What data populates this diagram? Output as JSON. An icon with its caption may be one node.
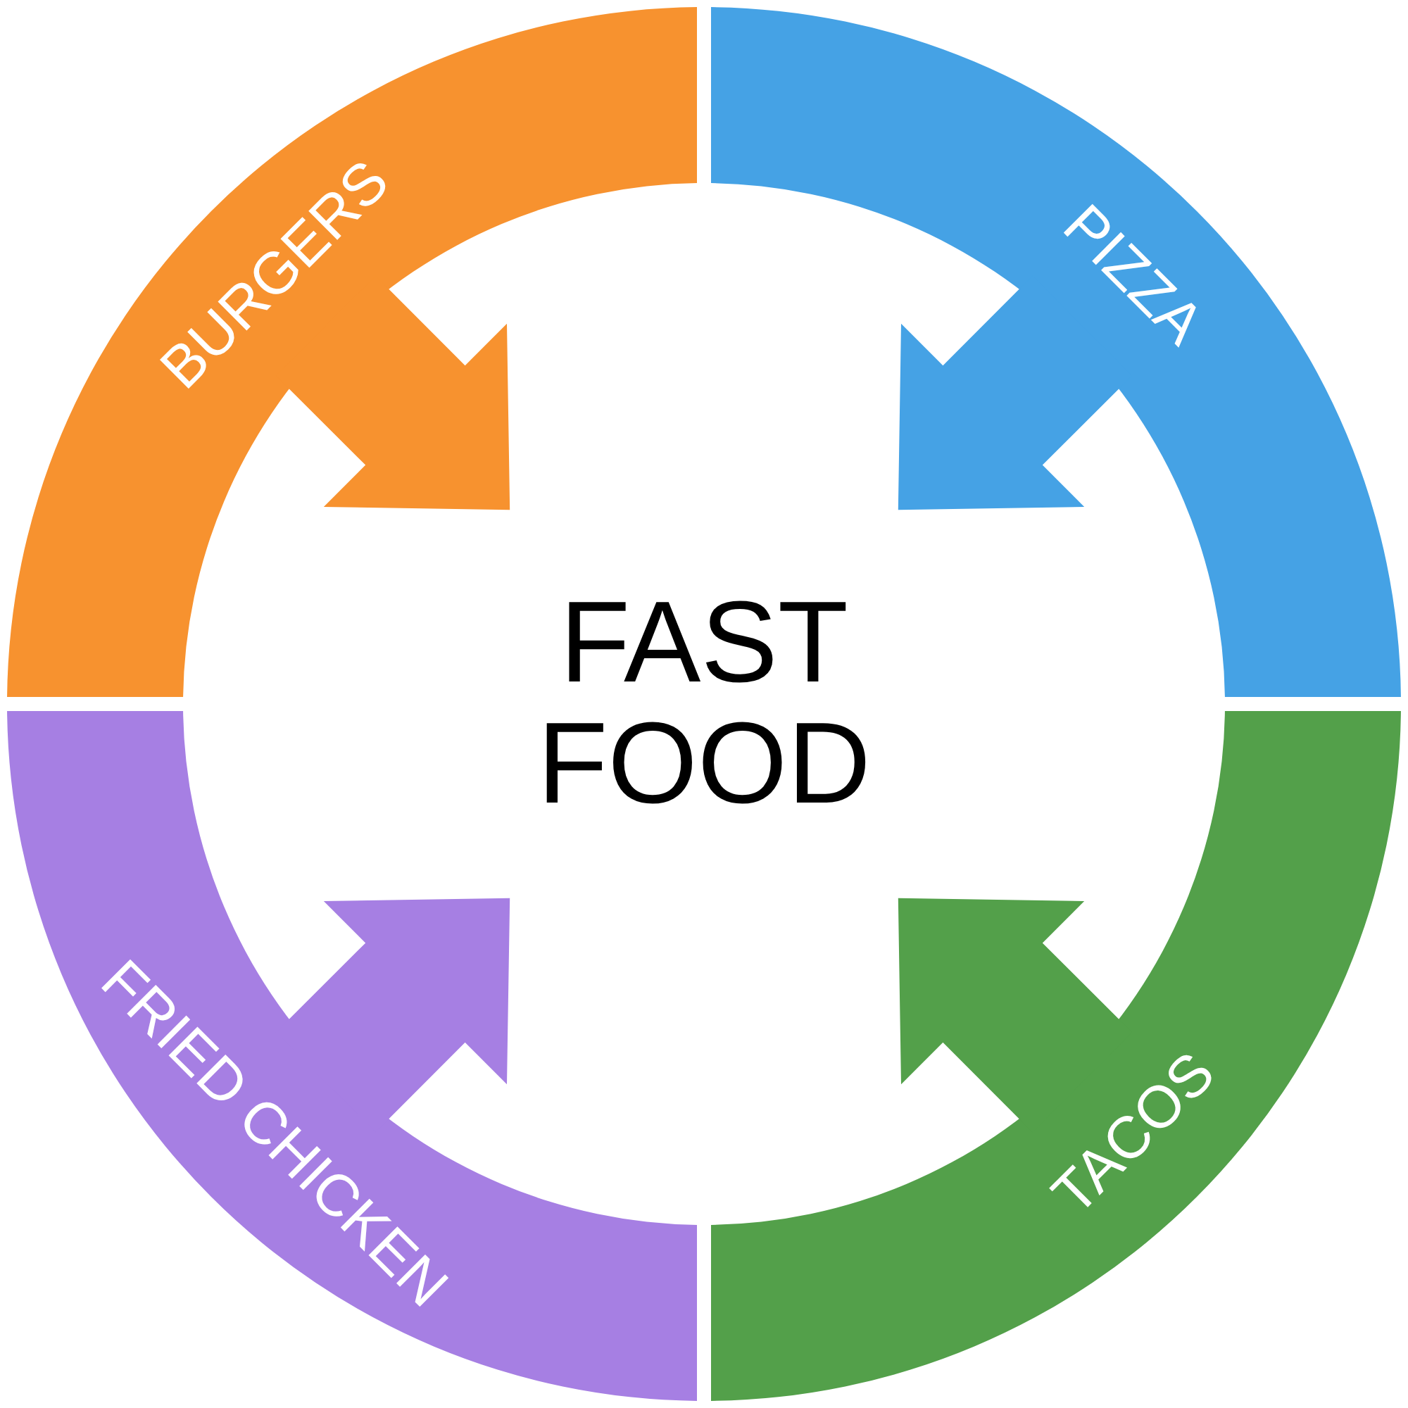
{
  "diagram": {
    "nodes": [
      {
        "text": [
          "FAST FOOD"
        ]
      },
      {
        "text": [
          "BURGERS"
        ]
      },
      {
        "text": [
          "PIZZA"
        ]
      },
      {
        "text": [
          "FRIED CHICKEN"
        ]
      },
      {
        "text": [
          "TACOS"
        ]
      }
    ],
    "edges": [
      {
        "from": 1,
        "to": 0,
        "arrow": "to",
        "style": "thick",
        "color": "#f7922f"
      },
      {
        "from": 2,
        "to": 0,
        "arrow": "to",
        "style": "thick",
        "color": "#45a2e5"
      },
      {
        "from": 3,
        "to": 0,
        "arrow": "to",
        "style": "thick",
        "color": "#a67fe3"
      },
      {
        "from": 4,
        "to": 0,
        "arrow": "to",
        "style": "thick",
        "color": "#53a04a"
      }
    ]
  }
}
